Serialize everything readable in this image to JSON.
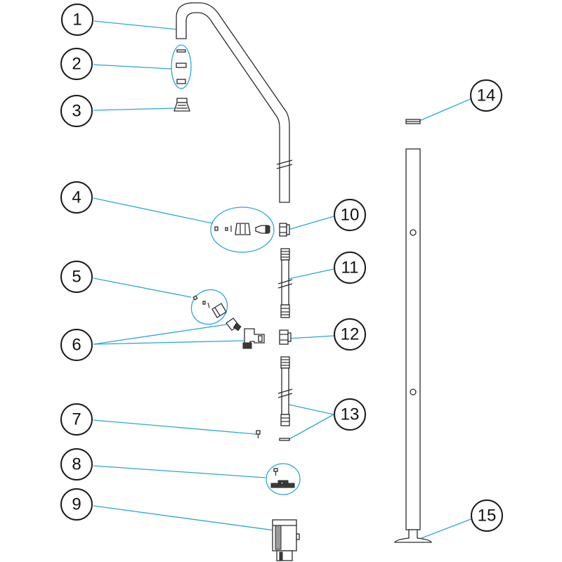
{
  "diagram": {
    "type": "exploded-parts-diagram",
    "colors": {
      "leader": "#2aa7d8",
      "outline": "#2a2a2a",
      "callout_border": "#1a1a1a"
    },
    "callouts": [
      {
        "id": "c1",
        "label": "1"
      },
      {
        "id": "c2",
        "label": "2"
      },
      {
        "id": "c3",
        "label": "3"
      },
      {
        "id": "c4",
        "label": "4"
      },
      {
        "id": "c5",
        "label": "5"
      },
      {
        "id": "c6",
        "label": "6"
      },
      {
        "id": "c7",
        "label": "7"
      },
      {
        "id": "c8",
        "label": "8"
      },
      {
        "id": "c9",
        "label": "9"
      },
      {
        "id": "c10",
        "label": "10"
      },
      {
        "id": "c11",
        "label": "11"
      },
      {
        "id": "c12",
        "label": "12"
      },
      {
        "id": "c13",
        "label": "13"
      },
      {
        "id": "c14",
        "label": "14"
      },
      {
        "id": "c15",
        "label": "15"
      }
    ]
  }
}
